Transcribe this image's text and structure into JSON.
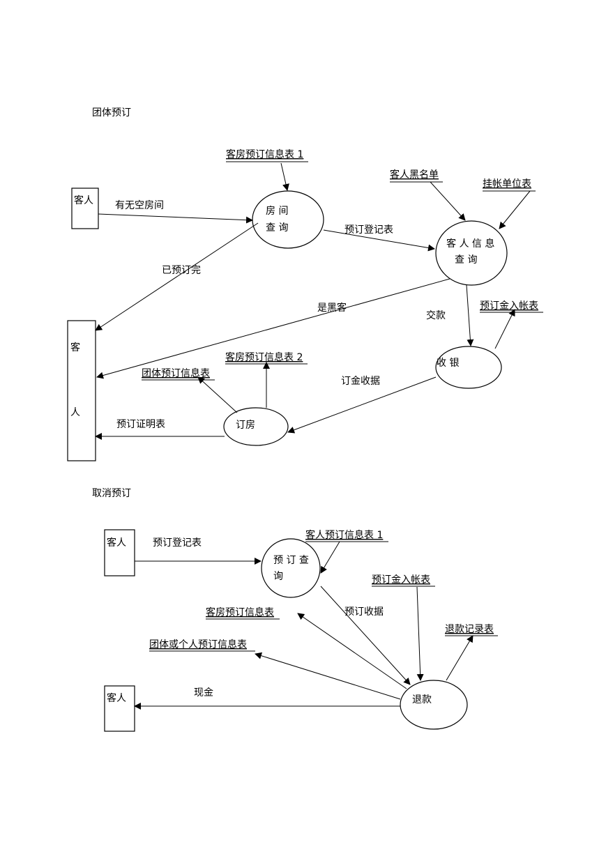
{
  "sections": {
    "group": {
      "title": "团体预订",
      "entity_customer": "客人",
      "entity_customer_vertical": [
        "客",
        "人"
      ],
      "process_room_query": [
        "房 间",
        "查 询"
      ],
      "process_guest_info_query": [
        "客 人 信 息",
        "查 询"
      ],
      "process_cashier": "收 银",
      "process_booking": "订房",
      "store_room_booking_1": "客房预订信息表 1",
      "store_blacklist": "客人黑名单",
      "store_credit_unit": "挂帐单位表",
      "store_deposit_ledger": "预订金入帐表",
      "store_room_booking_2": "客房预订信息表 2",
      "store_group_booking": "团体预订信息表",
      "flow_vacancy": "有无空房间",
      "flow_fully_booked": "已预订完",
      "flow_booking_register": "预订登记表",
      "flow_blacklisted": "是黑客",
      "flow_payment": "交款",
      "flow_deposit_receipt": "订金收据",
      "flow_booking_proof": "预订证明表"
    },
    "cancel": {
      "title": "取消预订",
      "entity_customer_top": "客人",
      "entity_customer_bottom": "客人",
      "process_booking_query": [
        "预 订 查",
        "询"
      ],
      "process_refund": "退款",
      "store_guest_booking_1": "客人预订信息表 1",
      "store_deposit_ledger": "预订金入帐表",
      "store_room_booking": "客房预订信息表",
      "store_refund_record": "退款记录表",
      "store_group_or_personal": "团体或个人预订信息表",
      "flow_booking_register": "预订登记表",
      "flow_booking_receipt": "预订收据",
      "flow_cash": "现金"
    }
  }
}
